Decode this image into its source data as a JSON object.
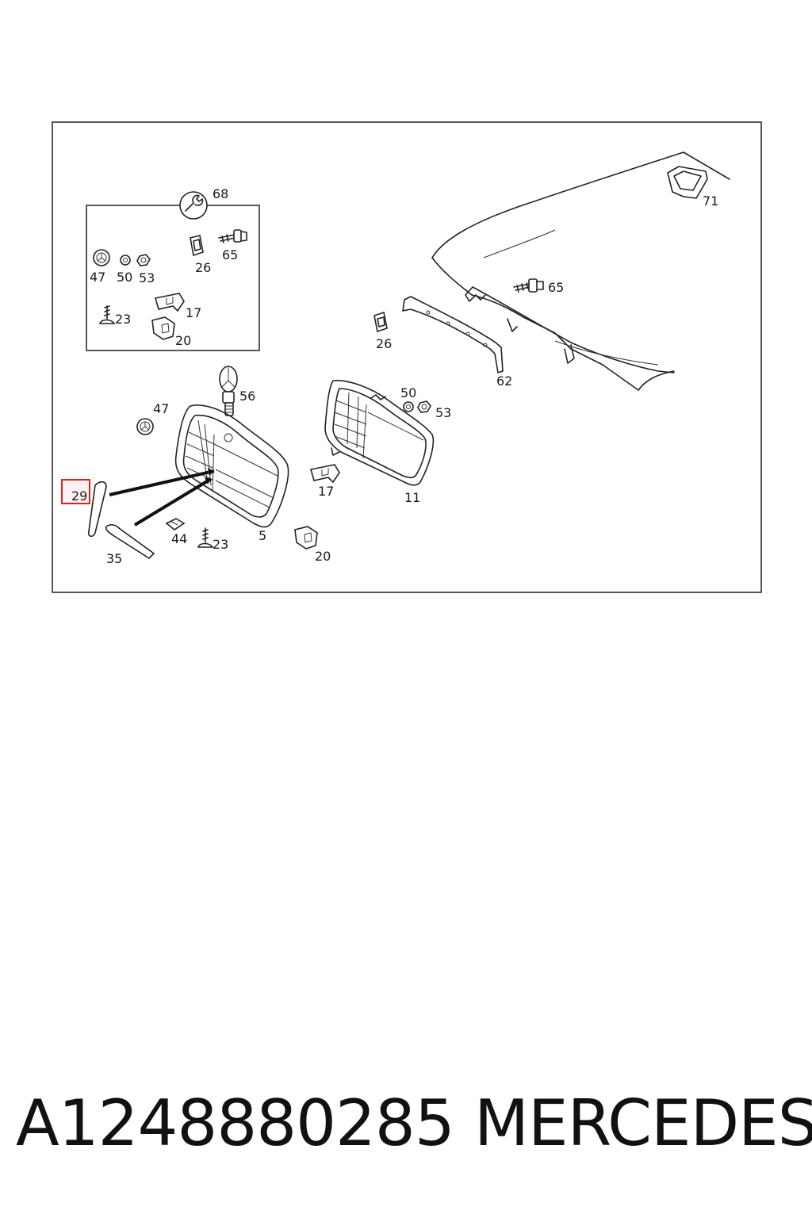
{
  "highlight_color": "#e02020",
  "labels": {
    "l68": "68",
    "l47a": "47",
    "l50a": "50",
    "l53a": "53",
    "l26a": "26",
    "l65a": "65",
    "l23a": "23",
    "l17a": "17",
    "l20a": "20",
    "l71": "71",
    "l65b": "65",
    "l26b": "26",
    "l62": "62",
    "l56": "56",
    "l47b": "47",
    "l50b": "50",
    "l53b": "53",
    "l17b": "17",
    "l11": "11",
    "l29": "29",
    "l44": "44",
    "l23b": "23",
    "l5": "5",
    "l20b": "20",
    "l35": "35"
  },
  "footer": {
    "part_number": "A1248880285",
    "brand": "MERCEDES"
  }
}
